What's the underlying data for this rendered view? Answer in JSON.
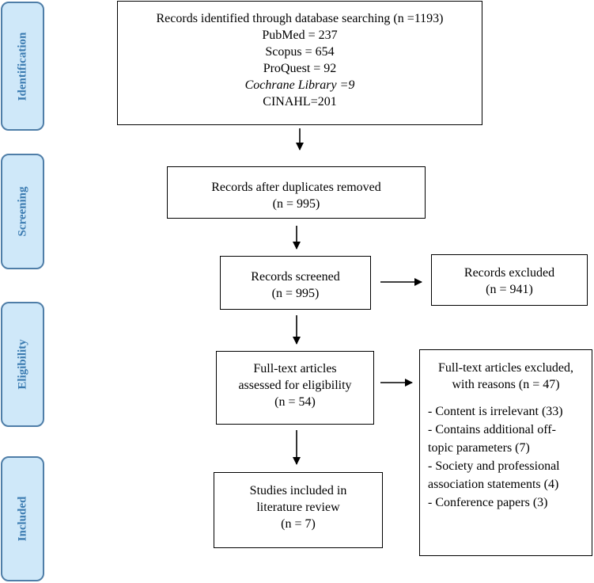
{
  "phases": {
    "identification": "Identification",
    "screening": "Screening",
    "eligibility": "Eligibility",
    "included": "Included"
  },
  "identified": {
    "title": "Records identified through database searching (n =1193)",
    "pubmed": "PubMed = 237",
    "scopus": "Scopus = 654",
    "proquest": "ProQuest = 92",
    "cochrane": "Cochrane Library =9",
    "cinahl": "CINAHL=201"
  },
  "duplicates_removed": {
    "line1": "Records after duplicates removed",
    "line2": "(n =  995)"
  },
  "screened": {
    "line1": "Records screened",
    "line2": "(n =  995)"
  },
  "excluded": {
    "line1": "Records excluded",
    "line2": "(n = 941)"
  },
  "fulltext": {
    "line1": "Full-text articles",
    "line2": "assessed for eligibility",
    "line3": "(n =  54)"
  },
  "fulltext_excluded": {
    "line1": "Full-text articles excluded,",
    "line2": "with reasons (n = 47)",
    "reasons": [
      "- Content is irrelevant (33)",
      "- Contains additional off-",
      "topic parameters (7)",
      "- Society and professional",
      "association statements (4)",
      "- Conference papers (3)"
    ]
  },
  "included": {
    "line1": "Studies included in",
    "line2": "literature review",
    "line3": "(n = 7)"
  }
}
